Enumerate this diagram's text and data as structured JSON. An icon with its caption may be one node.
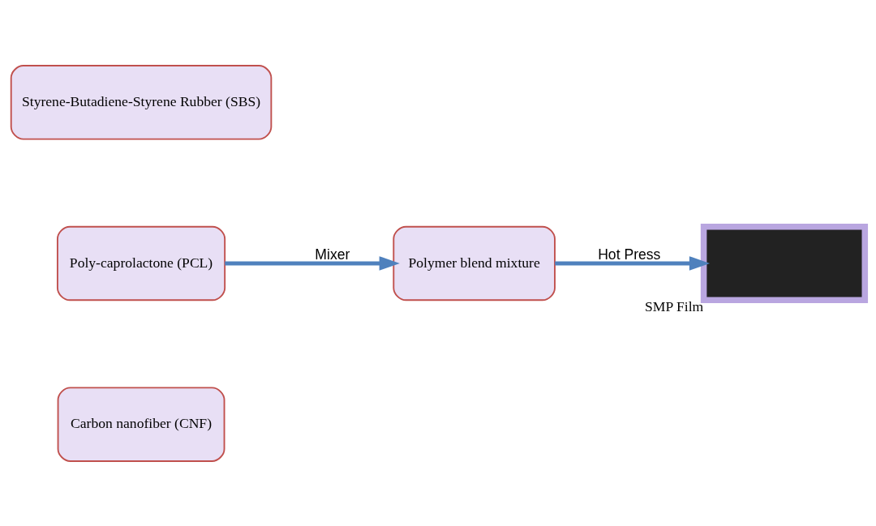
{
  "diagram": {
    "nodes": [
      {
        "text": [
          "Styrene-Butadiene-Styrene Rubber (SBS)"
        ]
      },
      {
        "text": [
          "Poly-caprolactone (PCL)"
        ]
      },
      {
        "text": [
          "Carbon nanofiber (CNF)"
        ]
      },
      {
        "text": [
          "Polymer blend mixture"
        ]
      },
      {
        "text": [],
        "shape": "box",
        "beside": [
          "SMP Film"
        ]
      }
    ],
    "edges": [
      {
        "from": 1,
        "to": 3,
        "arrow": "to",
        "label": "Mixer"
      },
      {
        "from": 3,
        "to": 4,
        "arrow": "to",
        "label": "Hot Press"
      }
    ]
  }
}
